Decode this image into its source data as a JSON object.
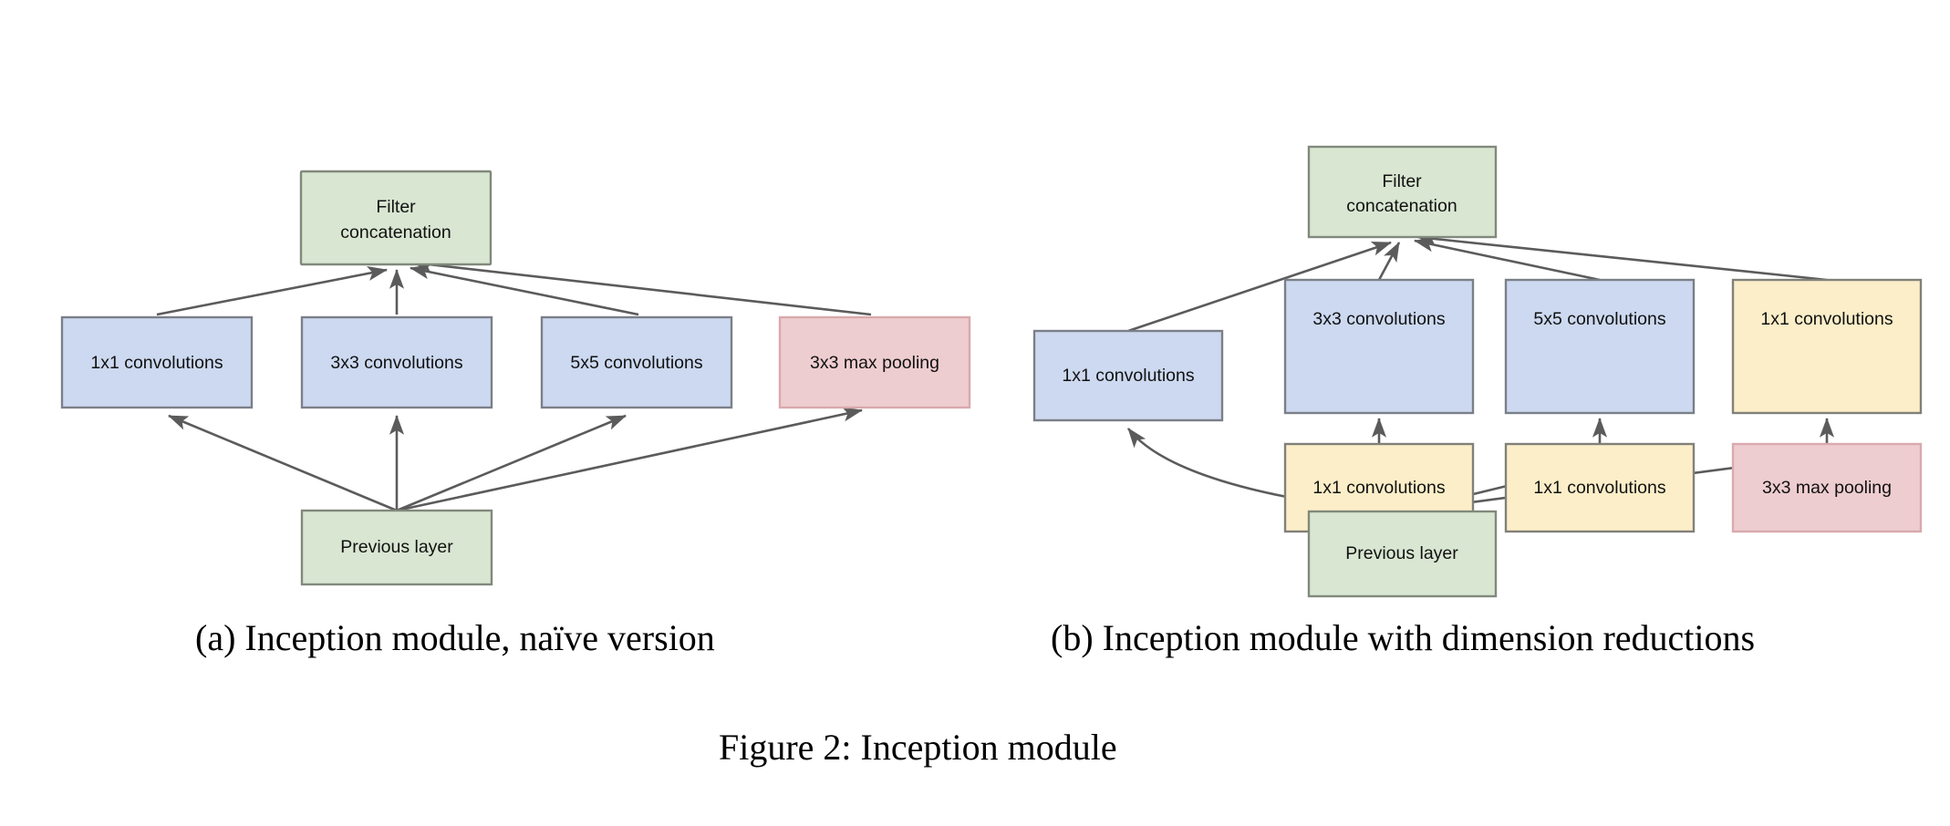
{
  "figure": {
    "caption": "Figure 2: Inception module",
    "subcaption_a": "(a)  Inception module, naïve version",
    "subcaption_b": "(b)  Inception module with dimension reductions"
  },
  "colors": {
    "green_fill": "#d9e6d2",
    "blue_fill": "#ccd9f0",
    "yellow_fill": "#fbeec8",
    "red_fill": "#eecdd0",
    "border": "#6f6f6f",
    "edge": "#5b5b5b",
    "background": "#ffffff"
  },
  "diagram_a": {
    "name": "inception-module-naive",
    "nodes": {
      "filter_concatenation_line1": "Filter",
      "filter_concatenation_line2": "concatenation",
      "conv_1x1": "1x1 convolutions",
      "conv_3x3": "3x3 convolutions",
      "conv_5x5": "5x5 convolutions",
      "maxpool_3x3": "3x3 max pooling",
      "previous_layer": "Previous layer"
    }
  },
  "diagram_b": {
    "name": "inception-module-dimension-reductions",
    "nodes": {
      "filter_concatenation_line1": "Filter",
      "filter_concatenation_line2": "concatenation",
      "conv_1x1_direct": "1x1 convolutions",
      "conv_3x3": "3x3 convolutions",
      "conv_5x5": "5x5 convolutions",
      "conv_1x1_after_pool": "1x1 convolutions",
      "conv_1x1_before_3x3": "1x1 convolutions",
      "conv_1x1_before_5x5": "1x1 convolutions",
      "maxpool_3x3": "3x3 max pooling",
      "previous_layer": "Previous layer"
    }
  }
}
